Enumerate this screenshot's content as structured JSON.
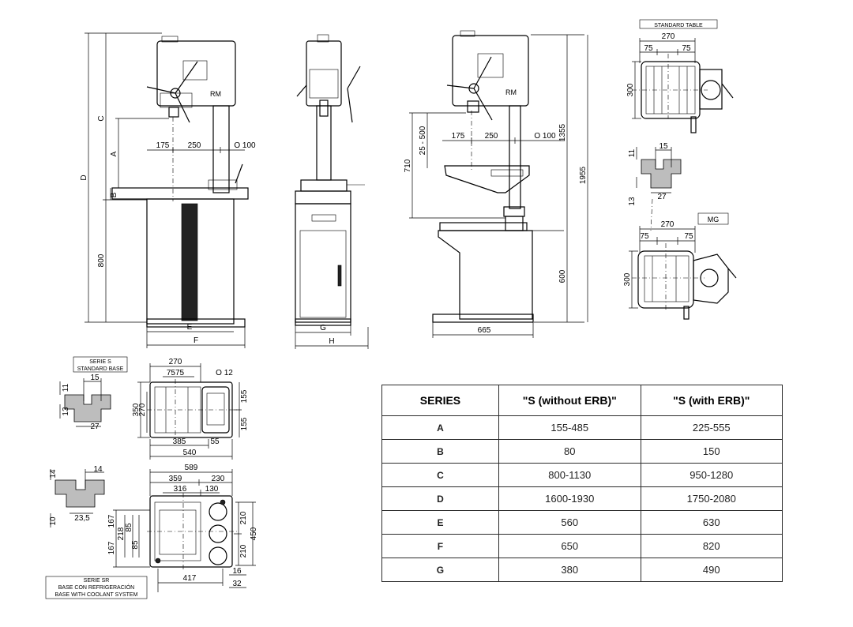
{
  "drawing": {
    "front_view": {
      "dim_labels": [
        "C",
        "D",
        "A",
        "B",
        "800",
        "E",
        "F"
      ],
      "dims": [
        "175",
        "250",
        "O 100"
      ]
    },
    "side_view": {
      "dim_labels": [
        "G",
        "H"
      ]
    },
    "right_view": {
      "dims": [
        "175",
        "250",
        "O 100",
        "25 - 500",
        "710",
        "1355",
        "1955",
        "600",
        "665"
      ]
    },
    "standard_table": {
      "title": "STANDARD TABLE",
      "dims": [
        "270",
        "75",
        "75",
        "300"
      ],
      "slot_dims": [
        "15",
        "11",
        "27",
        "13"
      ]
    },
    "mg_table": {
      "title": "MG",
      "dims": [
        "270",
        "75",
        "75",
        "300"
      ]
    },
    "series_s_base": {
      "tag_line1": "SERIE S",
      "tag_line2": "STANDARD BASE",
      "slot_dims": [
        "15",
        "11",
        "13",
        "27"
      ],
      "dims": [
        "270",
        "7575",
        "O 12",
        "350",
        "270",
        "155",
        "155",
        "385",
        "540",
        "55"
      ]
    },
    "series_sr_base": {
      "tag_line1": "SERIE SR",
      "tag_line2": "BASE CON REFRIGERACIÓN",
      "tag_line3": "BASE WITH COOLANT SYSTEM",
      "slot_dims": [
        "14",
        "14",
        "10",
        "23,5"
      ],
      "dims": [
        "589",
        "359",
        "230",
        "316",
        "130",
        "167",
        "167",
        "218",
        "85",
        "85",
        "210",
        "210",
        "450",
        "417",
        "16",
        "32"
      ]
    }
  },
  "table": {
    "headers": [
      "SERIES",
      "\"S (without ERB)\"",
      "\"S (with ERB)\""
    ],
    "rows": [
      [
        "A",
        "155-485",
        "225-555"
      ],
      [
        "B",
        "80",
        "150"
      ],
      [
        "C",
        "800-1130",
        "950-1280"
      ],
      [
        "D",
        "1600-1930",
        "1750-2080"
      ],
      [
        "E",
        "560",
        "630"
      ],
      [
        "F",
        "650",
        "820"
      ],
      [
        "G",
        "380",
        "490"
      ]
    ]
  }
}
